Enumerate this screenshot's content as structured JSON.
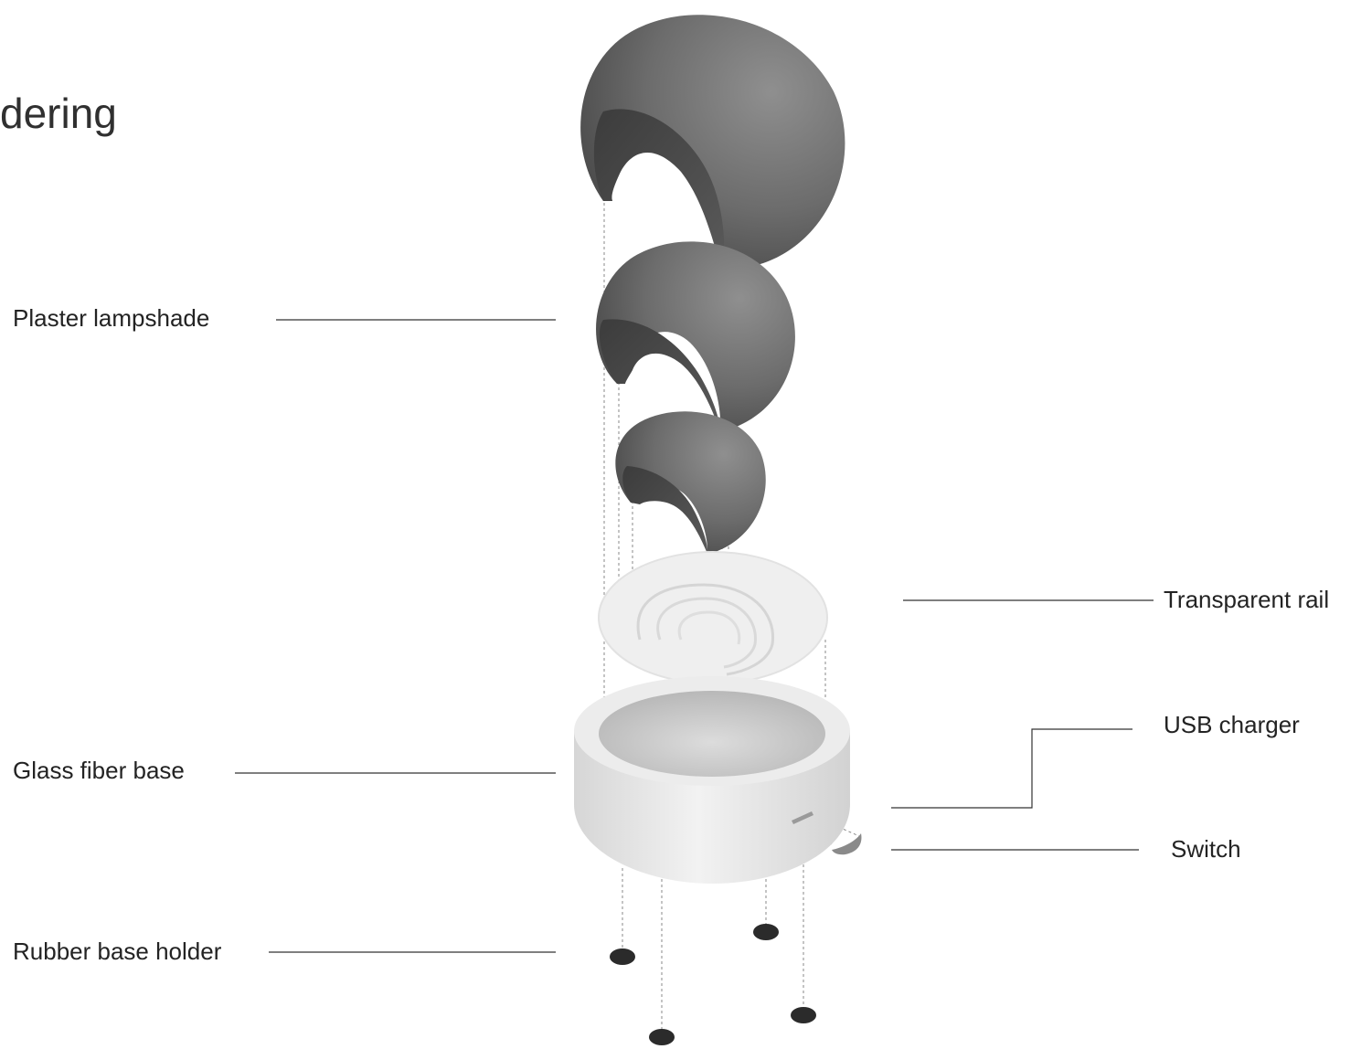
{
  "title": "dering",
  "labels": {
    "plaster_lampshade": "Plaster lampshade",
    "glass_fiber_base": "Glass fiber base",
    "rubber_base_holder": "Rubber base holder",
    "transparent_rail": "Transparent rail",
    "usb_charger": "USB charger",
    "switch": "Switch"
  },
  "colors": {
    "background": "#ffffff",
    "text": "#232323",
    "leader_line": "#333333",
    "plaster_dark": "#4a4a4a",
    "plaster_mid": "#6e6e6e",
    "plaster_light": "#8c8c8c",
    "base_white": "#e6e6e6",
    "rail_translucent": "#eeeeee",
    "rubber": "#2a2a2a"
  }
}
